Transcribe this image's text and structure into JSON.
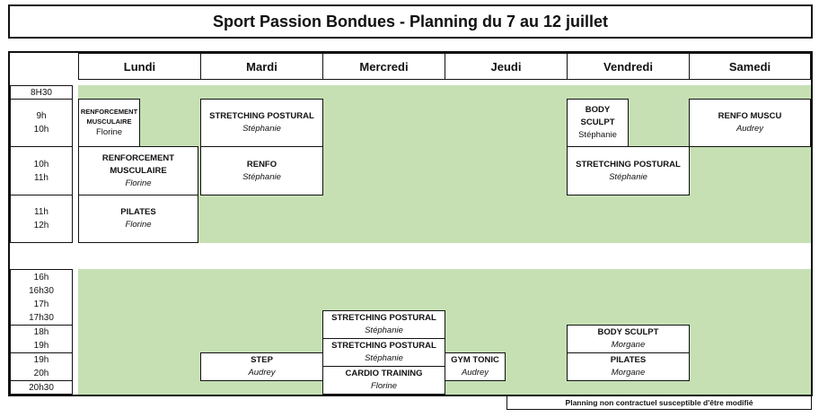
{
  "title": "Sport Passion Bondues - Planning du 7 au 12 juillet",
  "days": [
    "Lundi",
    "Mardi",
    "Mercredi",
    "Jeudi",
    "Vendredi",
    "Samedi"
  ],
  "times": [
    "8H30",
    "9h",
    "10h",
    "10h",
    "11h",
    "11h",
    "12h",
    "16h",
    "16h30",
    "17h",
    "17h30",
    "18h",
    "19h",
    "19h",
    "20h",
    "20h30"
  ],
  "classes": [
    {
      "name": "RENFORCEMENT MUSCULAIRE",
      "teacher": "Florine"
    },
    {
      "name": "RENFORCEMENT MUSCULAIRE",
      "teacher": "Florine"
    },
    {
      "name": "PILATES",
      "teacher": "Florine"
    },
    {
      "name": "STRETCHING POSTURAL",
      "teacher": "Stéphanie"
    },
    {
      "name": "RENFO",
      "teacher": "Stéphanie"
    },
    {
      "name": "STEP",
      "teacher": "Audrey"
    },
    {
      "name": "STRETCHING POSTURAL",
      "teacher": "Stéphanie"
    },
    {
      "name": "STRETCHING POSTURAL",
      "teacher": "Stéphanie"
    },
    {
      "name": "CARDIO TRAINING",
      "teacher": "Florine"
    },
    {
      "name": "GYM TONIC",
      "teacher": "Audrey"
    },
    {
      "name": "BODY SCULPT",
      "teacher": "Stéphanie"
    },
    {
      "name": "STRETCHING POSTURAL",
      "teacher": "Stéphanie"
    },
    {
      "name": "BODY SCULPT",
      "teacher": "Morgane"
    },
    {
      "name": "PILATES",
      "teacher": "Morgane"
    },
    {
      "name": "RENFO MUSCU",
      "teacher": "Audrey"
    }
  ],
  "note": "Planning non contractuel susceptible d'être modifié"
}
